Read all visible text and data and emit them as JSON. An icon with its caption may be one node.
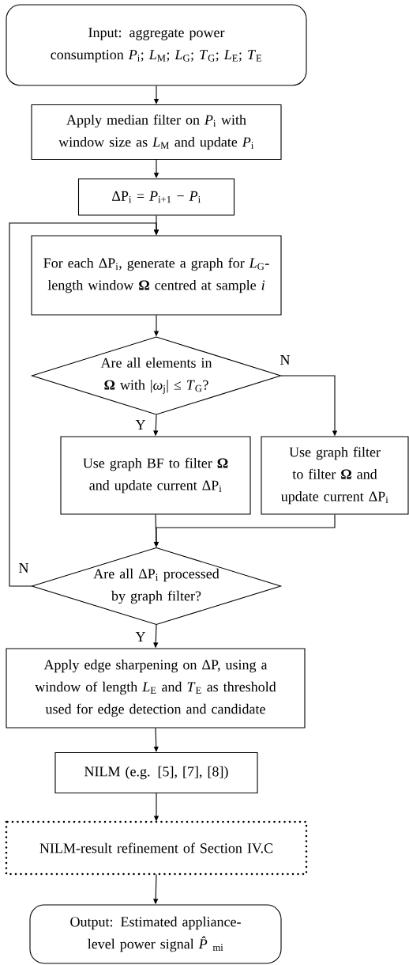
{
  "diagram": {
    "nodes": [
      {
        "text": [
          "Input: aggregate power consumption *P*$_{i}$; *L*$_{M}$; *L*$_{G}$; *T*$_{G}$; *L*$_{E}$; *T*$_{E}$"
        ]
      },
      {
        "text": [
          "Apply median filter on *P*$_{i}$ with window size as *L*$_{M}$ and update *P*$_{i}$"
        ]
      },
      {
        "text": [
          "ΔP$_{i}$ = *P*$_{i+1}$ − *P*$_{i}$"
        ]
      },
      {
        "text": [
          "For each ΔP$_{i}$, generate a graph for *L*$_{G}$-length window **Ω** centred at sample *i*"
        ]
      },
      {
        "text": [
          "Are all elements in **Ω** with |*ω*$_{j}$| ≤ *T*$_{G}$?"
        ]
      },
      {
        "text": [
          "Use graph BF to filter **Ω** and update current ΔP$_{i}$"
        ]
      },
      {
        "text": [
          "Use graph filter to filter **Ω** and update current ΔP$_{i}$"
        ]
      },
      {
        "text": [
          "Are all ΔP$_{i}$ processed by graph filter?"
        ]
      },
      {
        "text": [
          "Apply edge sharpening on ΔP, using a window of length *L*$_{E}$ and *T*$_{E}$ as threshold used for edge detection and candidate"
        ]
      },
      {
        "text": [
          "NILM (e.g. [5], [7], [8])"
        ]
      },
      {
        "text": [
          "NILM-result refinement of Section IV.C"
        ]
      },
      {
        "text": [
          "Output: Estimated appliance-level power signal *P̂*$_{mi}$"
        ]
      }
    ],
    "edges": [
      {
        "from": 0,
        "to": 1,
        "arrow": "to"
      },
      {
        "from": 1,
        "to": 2,
        "arrow": "to"
      },
      {
        "from": 2,
        "to": 3,
        "arrow": "to"
      },
      {
        "from": 3,
        "to": 4,
        "arrow": "to"
      },
      {
        "from": 4,
        "to": 5,
        "arrow": "to",
        "label": "Y"
      },
      {
        "from": 4,
        "to": 6,
        "arrow": "to",
        "label": "N"
      },
      {
        "from": 5,
        "to": 7,
        "arrow": "to"
      },
      {
        "from": 6,
        "to": 7,
        "arrow": "to"
      },
      {
        "from": 7,
        "to": 3,
        "arrow": "to",
        "label": "N"
      },
      {
        "from": 7,
        "to": 8,
        "arrow": "to",
        "label": "Y"
      },
      {
        "from": 8,
        "to": 9,
        "arrow": "to"
      },
      {
        "from": 9,
        "to": 10,
        "arrow": "to"
      },
      {
        "from": 10,
        "to": 11,
        "arrow": "to"
      }
    ]
  }
}
